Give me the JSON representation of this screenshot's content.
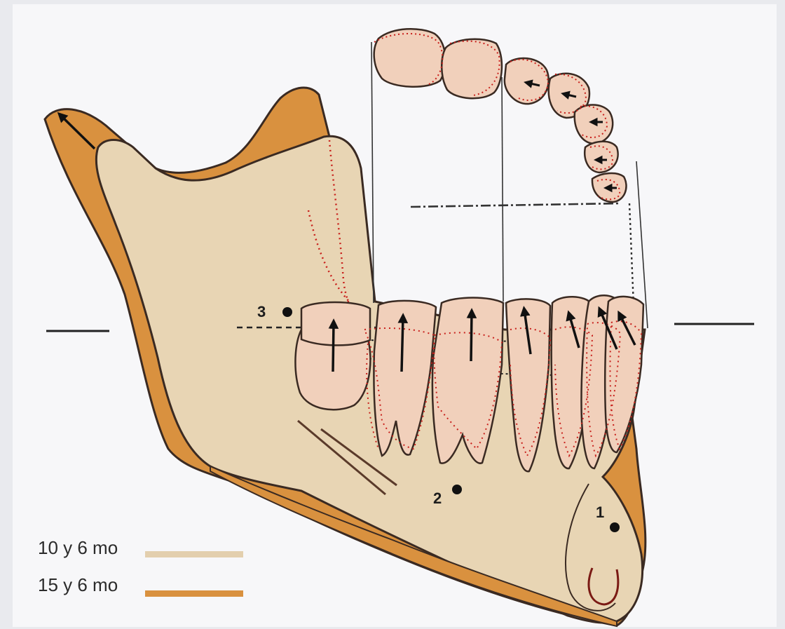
{
  "colors": {
    "background": "#e9eaee",
    "bone_10y6mo": "#e8d5b4",
    "bone_15y6mo": "#d9913f",
    "tooth_fill": "#f1d0bb",
    "outline": "#3a2a22",
    "red_dotted": "#c8201c",
    "arrow": "#111111"
  },
  "points": [
    {
      "id": "point-1",
      "label": "1"
    },
    {
      "id": "point-2",
      "label": "2"
    },
    {
      "id": "point-3",
      "label": "3"
    }
  ],
  "legend": [
    {
      "label": "10 y 6 mo",
      "color": "#e3cfae"
    },
    {
      "label": "15 y 6 mo",
      "color": "#d9913f"
    }
  ]
}
